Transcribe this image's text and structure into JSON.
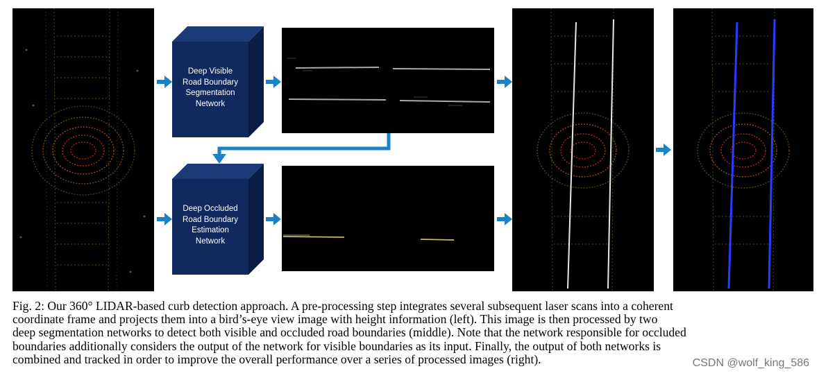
{
  "figure": {
    "panels": [
      {
        "id": "input-bev",
        "content": "lidar-birds-eye-height-map"
      },
      {
        "id": "visible-output",
        "content": "visible-boundary-segmentation"
      },
      {
        "id": "occluded-output",
        "content": "occluded-boundary-estimation"
      },
      {
        "id": "overlay",
        "content": "lidar-with-white-boundaries"
      },
      {
        "id": "tracked",
        "content": "lidar-with-blue-tracked-boundaries"
      }
    ],
    "network_boxes": [
      {
        "label_lines": [
          "Deep Visible",
          "Road Boundary",
          "Segmentation",
          "Network"
        ]
      },
      {
        "label_lines": [
          "Deep Occluded",
          "Road Boundary",
          "Estimation",
          "Network"
        ]
      }
    ],
    "colors": {
      "box_front": "#102a5e",
      "box_side": "#0a1d45",
      "box_top": "#1c3a78",
      "arrow": "#1b82c4",
      "tracked_line": "#2b3cff"
    }
  },
  "caption": {
    "lines": [
      "Fig. 2: Our 360° LIDAR-based curb detection approach. A pre-processing step integrates several subsequent laser scans into a coherent",
      "coordinate frame and projects them into a bird’s-eye view image with height information (left). This image is then processed by two",
      "deep segmentation networks to detect both visible and occluded road boundaries (middle). Note that the network responsible for occluded",
      "boundaries additionally considers the output of the network for visible boundaries as its input. Finally, the output of both networks is",
      "combined and tracked in order to improve the overall performance over a series of processed images (right)."
    ]
  },
  "watermark": "CSDN @wolf_king_586"
}
